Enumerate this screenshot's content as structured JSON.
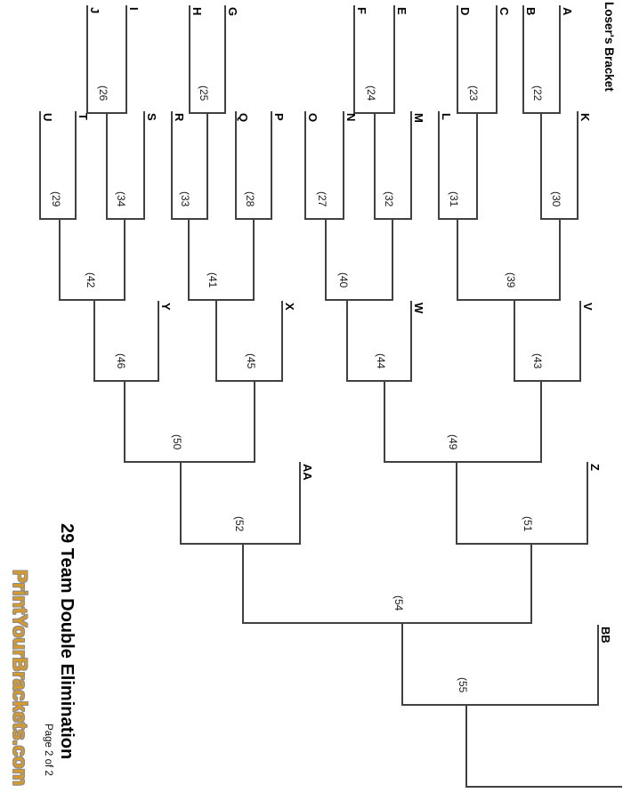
{
  "page": {
    "header": "Loser's Bracket",
    "title": "29 Team Double Elimination",
    "page_number": "Page 2 of 2",
    "watermark": "PrintYourBrackets.com"
  },
  "colors": {
    "line": "#414141",
    "label": "#000000",
    "watermark_fill": "#d89a2b",
    "watermark_outline": "#8c8c8c"
  },
  "bracket": {
    "rounds": [
      {
        "matches": [
          {
            "number": "(26",
            "left": "J",
            "right": "I",
            "left_source": null,
            "right_source": null
          },
          {
            "number": "(25",
            "left": "H",
            "right": "G",
            "left_source": null,
            "right_source": null
          },
          {
            "number": "(24",
            "left": "F",
            "right": "E",
            "left_source": null,
            "right_source": null
          },
          {
            "number": "(23",
            "left": "D",
            "right": "C",
            "left_source": null,
            "right_source": null
          },
          {
            "number": "(22",
            "left": "B",
            "right": "A",
            "left_source": null,
            "right_source": null
          }
        ]
      },
      {
        "matches": [
          {
            "number": "(29",
            "left": "U",
            "right": "T",
            "left_source": null,
            "right_source": null
          },
          {
            "number": "(34",
            "left": null,
            "right": "S",
            "left_source": "(26",
            "right_source": null
          },
          {
            "number": "(33",
            "left": "R",
            "right": null,
            "left_source": null,
            "right_source": "(25"
          },
          {
            "number": "(28",
            "left": "Q",
            "right": "P",
            "left_source": null,
            "right_source": null
          },
          {
            "number": "(27",
            "left": "O",
            "right": "N",
            "left_source": null,
            "right_source": null
          },
          {
            "number": "(32",
            "left": null,
            "right": "M",
            "left_source": "(24",
            "right_source": null
          },
          {
            "number": "(31",
            "left": "L",
            "right": null,
            "left_source": null,
            "right_source": "(23"
          },
          {
            "number": "(30",
            "left": null,
            "right": "K",
            "left_source": "(22",
            "right_source": null
          }
        ]
      },
      {
        "matches": [
          {
            "number": "(42",
            "left": null,
            "right": null,
            "left_source": "(29",
            "right_source": "(34"
          },
          {
            "number": "(41",
            "left": null,
            "right": null,
            "left_source": "(33",
            "right_source": "(28"
          },
          {
            "number": "(40",
            "left": null,
            "right": null,
            "left_source": "(27",
            "right_source": "(32"
          },
          {
            "number": "(39",
            "left": null,
            "right": null,
            "left_source": "(31",
            "right_source": "(30"
          }
        ]
      },
      {
        "matches": [
          {
            "number": "(46",
            "left": null,
            "right": "Y",
            "left_source": "(42",
            "right_source": null
          },
          {
            "number": "(45",
            "left": null,
            "right": "X",
            "left_source": "(41",
            "right_source": null
          },
          {
            "number": "(44",
            "left": null,
            "right": "W",
            "left_source": "(40",
            "right_source": null
          },
          {
            "number": "(43",
            "left": null,
            "right": "V",
            "left_source": "(39",
            "right_source": null
          }
        ]
      },
      {
        "matches": [
          {
            "number": "(50",
            "left": null,
            "right": null,
            "left_source": "(46",
            "right_source": "(45"
          },
          {
            "number": "(49",
            "left": null,
            "right": null,
            "left_source": "(44",
            "right_source": "(43"
          }
        ]
      },
      {
        "matches": [
          {
            "number": "(52",
            "left": null,
            "right": "AA",
            "left_source": "(50",
            "right_source": null
          },
          {
            "number": "(51",
            "left": null,
            "right": "Z",
            "left_source": "(49",
            "right_source": null
          }
        ]
      },
      {
        "matches": [
          {
            "number": "(54",
            "left": null,
            "right": null,
            "left_source": "(52",
            "right_source": "(51"
          }
        ]
      },
      {
        "matches": [
          {
            "number": "(55",
            "left": null,
            "right": "BB",
            "left_source": "(54",
            "right_source": null
          }
        ]
      }
    ]
  }
}
